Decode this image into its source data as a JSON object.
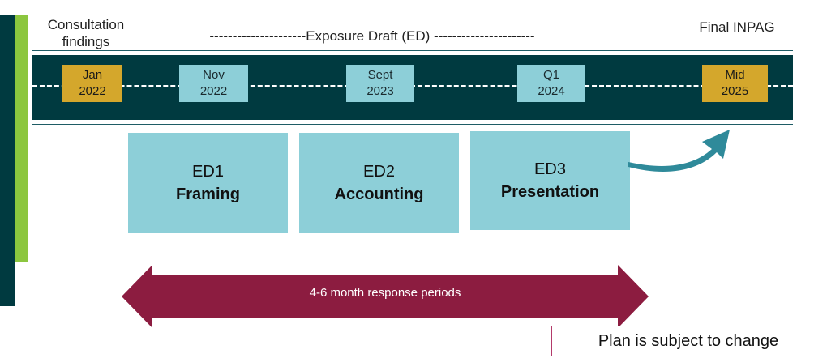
{
  "headers": {
    "consultation": "Consultation findings",
    "exposure": "---------------------Exposure Draft (ED) ----------------------",
    "final": "Final INPAG"
  },
  "milestones": [
    {
      "line1": "Jan",
      "line2": "2022"
    },
    {
      "line1": "Nov",
      "line2": "2022"
    },
    {
      "line1": "Sept",
      "line2": "2023"
    },
    {
      "line1": "Q1",
      "line2": "2024"
    },
    {
      "line1": "Mid",
      "line2": "2025"
    }
  ],
  "drafts": [
    {
      "code": "ED1",
      "title": "Framing"
    },
    {
      "code": "ED2",
      "title": "Accounting"
    },
    {
      "code": "ED3",
      "title": "Presentation"
    }
  ],
  "response_period": "4-6 month response periods",
  "note": "Plan is subject to change",
  "colors": {
    "dark_teal": "#003a40",
    "light_teal": "#8dcfd8",
    "gold": "#d4a72c",
    "green": "#8cc63f",
    "maroon": "#8c1c40",
    "arrow": "#2f8a9a"
  }
}
